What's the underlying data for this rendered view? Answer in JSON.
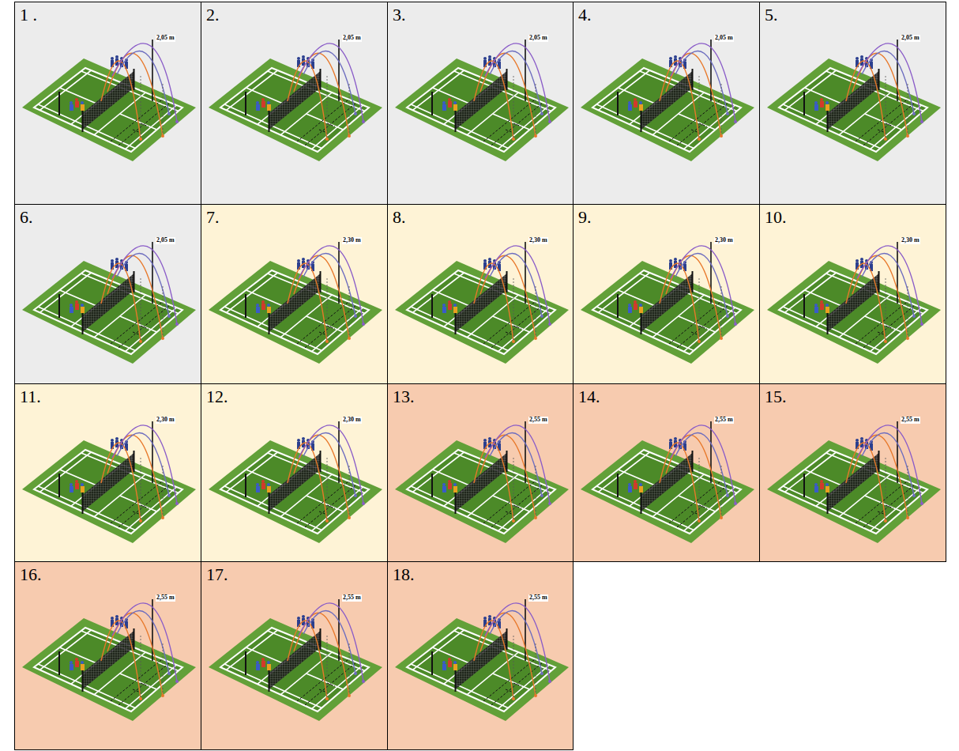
{
  "diagram": {
    "nodes": [
      {
        "text": [
          "1 ."
        ]
      },
      {
        "text": [
          "2."
        ]
      },
      {
        "text": [
          "3."
        ]
      },
      {
        "text": [
          "4."
        ]
      },
      {
        "text": [
          "5."
        ]
      },
      {
        "text": [
          "6."
        ]
      },
      {
        "text": [
          "7."
        ]
      },
      {
        "text": [
          "8."
        ]
      },
      {
        "text": [
          "9."
        ]
      },
      {
        "text": [
          "10."
        ]
      },
      {
        "text": [
          "11."
        ]
      },
      {
        "text": [
          "12."
        ]
      },
      {
        "text": [
          "13."
        ]
      },
      {
        "text": [
          "14."
        ]
      },
      {
        "text": [
          "15."
        ]
      },
      {
        "text": [
          "16."
        ]
      },
      {
        "text": [
          "17."
        ]
      },
      {
        "text": [
          "18."
        ]
      }
    ],
    "labels": [
      "2,05 m",
      "2,05 m",
      "2,05 m",
      "2,05 m",
      "2,05 m",
      "2,05 m",
      "2,30 m",
      "2,30 m",
      "2,30 m",
      "2,30 m",
      "2,30 m",
      "2,30 m",
      "2,55 m",
      "2,55 m",
      "2,55 m",
      "2,55 m",
      "2,55 m",
      "2,55 m"
    ]
  }
}
